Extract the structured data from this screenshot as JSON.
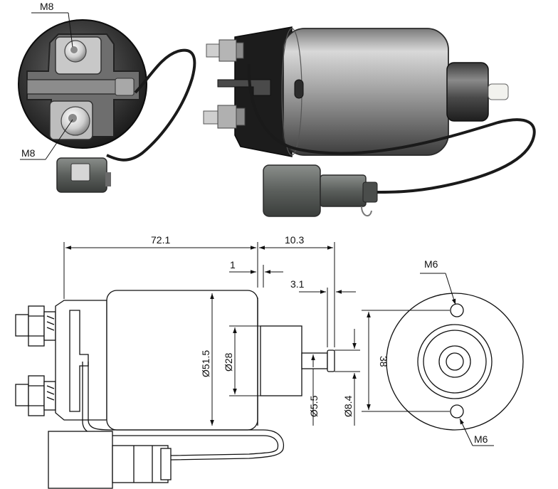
{
  "photo": {
    "end_view": {
      "callout_top": "M8",
      "callout_bottom": "M8"
    }
  },
  "drawing": {
    "dims": {
      "body_length": "72.1",
      "plunger_extension": "10.3",
      "flange_gap": "1",
      "pin_length": "3.1",
      "body_diameter": "Ø51.5",
      "boss_diameter": "Ø28",
      "shaft_diameter": "Ø5.5",
      "pin_diameter": "Ø8.4",
      "hole_spacing": "38"
    },
    "end_view": {
      "thread_top": "M6",
      "thread_bottom": "M6"
    }
  },
  "colors": {
    "ink": "#111111",
    "metal_light": "#d8d8d8",
    "metal_mid": "#9a9a9a",
    "metal_dark": "#2a2a2a",
    "connector": "#5b5f5c",
    "wire": "#1a1a1a"
  }
}
